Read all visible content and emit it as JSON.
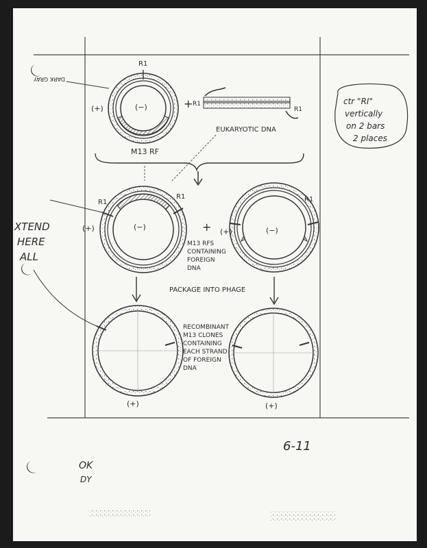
{
  "labels": {
    "r1": "R1",
    "plus": "(+)",
    "minus": "(−)",
    "dark_gray": "DARK GRAY",
    "m13_rf": "M13 RF",
    "eukaryotic_dna": "EUKARYOTIC DNA",
    "plus_sign": "+",
    "m13_rfs": [
      "M13 RFS",
      "CONTAINING",
      "FOREIGN",
      "DNA"
    ],
    "package": "PACKAGE INTO PHAGE",
    "recombinant": [
      "RECOMBINANT",
      "M13 CLONES",
      "CONTAINING",
      "EACH STRAND",
      "OF FOREIGN",
      "DNA"
    ],
    "extend_note": [
      "XTEND",
      "HERE",
      "ALL"
    ],
    "ctr_note": [
      "ctr \"RI\"",
      "vertically",
      "on 2 bars",
      "2 places"
    ],
    "figure_number": "6-11",
    "ok": "OK",
    "initials": "DY"
  }
}
